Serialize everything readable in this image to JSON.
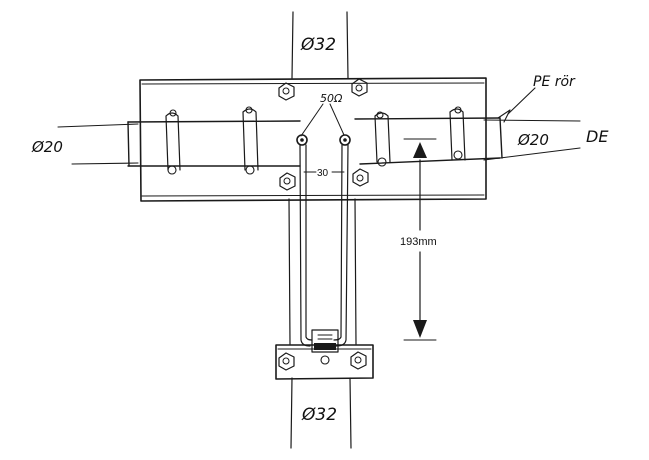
{
  "labels": {
    "mast_top": "Ø32",
    "mast_bottom": "Ø32",
    "boom_left": "Ø20",
    "boom_right": "Ø20",
    "impedance": "50Ω",
    "feed_spacing": "30",
    "element_height": "193mm",
    "pe_pipe": "PE rör",
    "de": "DE"
  },
  "colors": {
    "ink": "#1a1a1a",
    "paper": "#ffffff"
  },
  "icons": [
    "nut-icon",
    "bolt-icon",
    "arrow-head-icon"
  ]
}
